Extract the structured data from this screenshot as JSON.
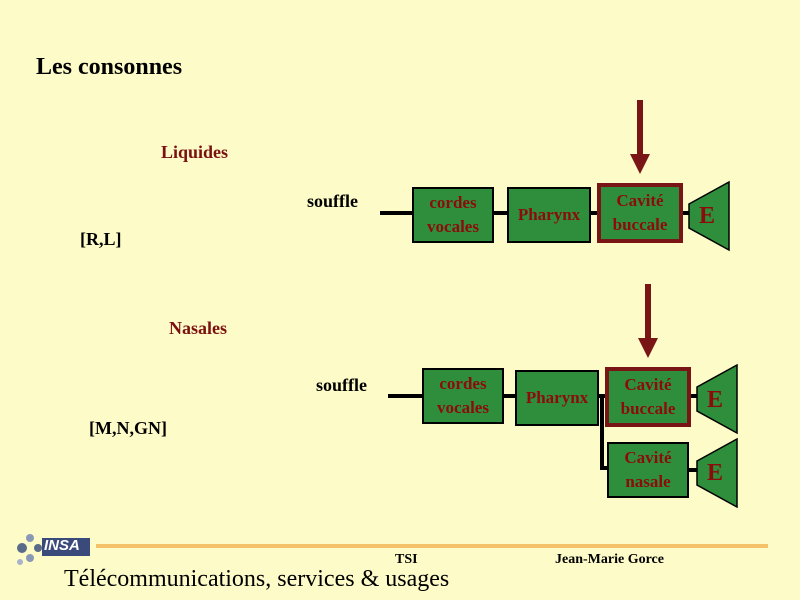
{
  "title": "Les consonnes",
  "section1": {
    "category": "Liquides",
    "sounds": "[R,L]",
    "input_label": "souffle",
    "boxes": [
      "cordes\nvocales",
      "Pharynx",
      "Cavité\nbuccale"
    ],
    "output": "E"
  },
  "section2": {
    "category": "Nasales",
    "sounds": "[M,N,GN]",
    "input_label": "souffle",
    "boxes": [
      "cordes\nvocales",
      "Pharynx",
      "Cavité\nbuccale",
      "Cavité\nnasale"
    ],
    "output_buccal": "E",
    "output_nasal": "E"
  },
  "footer": {
    "course": "TSI",
    "author": "Jean-Marie Gorce",
    "subtitle": "Télécommunications, services & usages",
    "logo_text": "INSA"
  },
  "colors": {
    "background": "#fdfbc7",
    "box_fill": "#2f8e3b",
    "box_text": "#8b0c0c",
    "highlight": "#7a1515",
    "footer_bar": "#f5c26a"
  }
}
